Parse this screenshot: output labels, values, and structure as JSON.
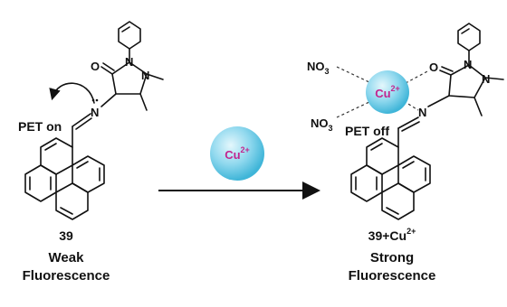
{
  "left": {
    "pet_label": "PET on",
    "atom_N_imine": "N",
    "atom_O": "O",
    "atom_N1": "N",
    "atom_N2": "N",
    "compound_number": "39",
    "caption_line1": "Weak",
    "caption_line2": "Fluorescence"
  },
  "center": {
    "ion_symbol": "Cu",
    "ion_charge": "2+"
  },
  "right": {
    "pet_label": "PET off",
    "atom_N_imine": "N",
    "atom_O": "O",
    "atom_N1": "N",
    "atom_N2": "N",
    "nitrate_top_base": "NO",
    "nitrate_top_sub": "3",
    "nitrate_bottom_base": "NO",
    "nitrate_bottom_sub": "3",
    "ion_symbol": "Cu",
    "ion_charge": "2+",
    "complex_label_base": "39+Cu",
    "complex_label_charge": "2+",
    "caption_line1": "Strong",
    "caption_line2": "Fluorescence"
  },
  "colors": {
    "ion_fill_light": "#e4f7fc",
    "ion_fill_dark": "#3fb5d8",
    "ion_text": "#c2258f",
    "ink": "#111111"
  }
}
